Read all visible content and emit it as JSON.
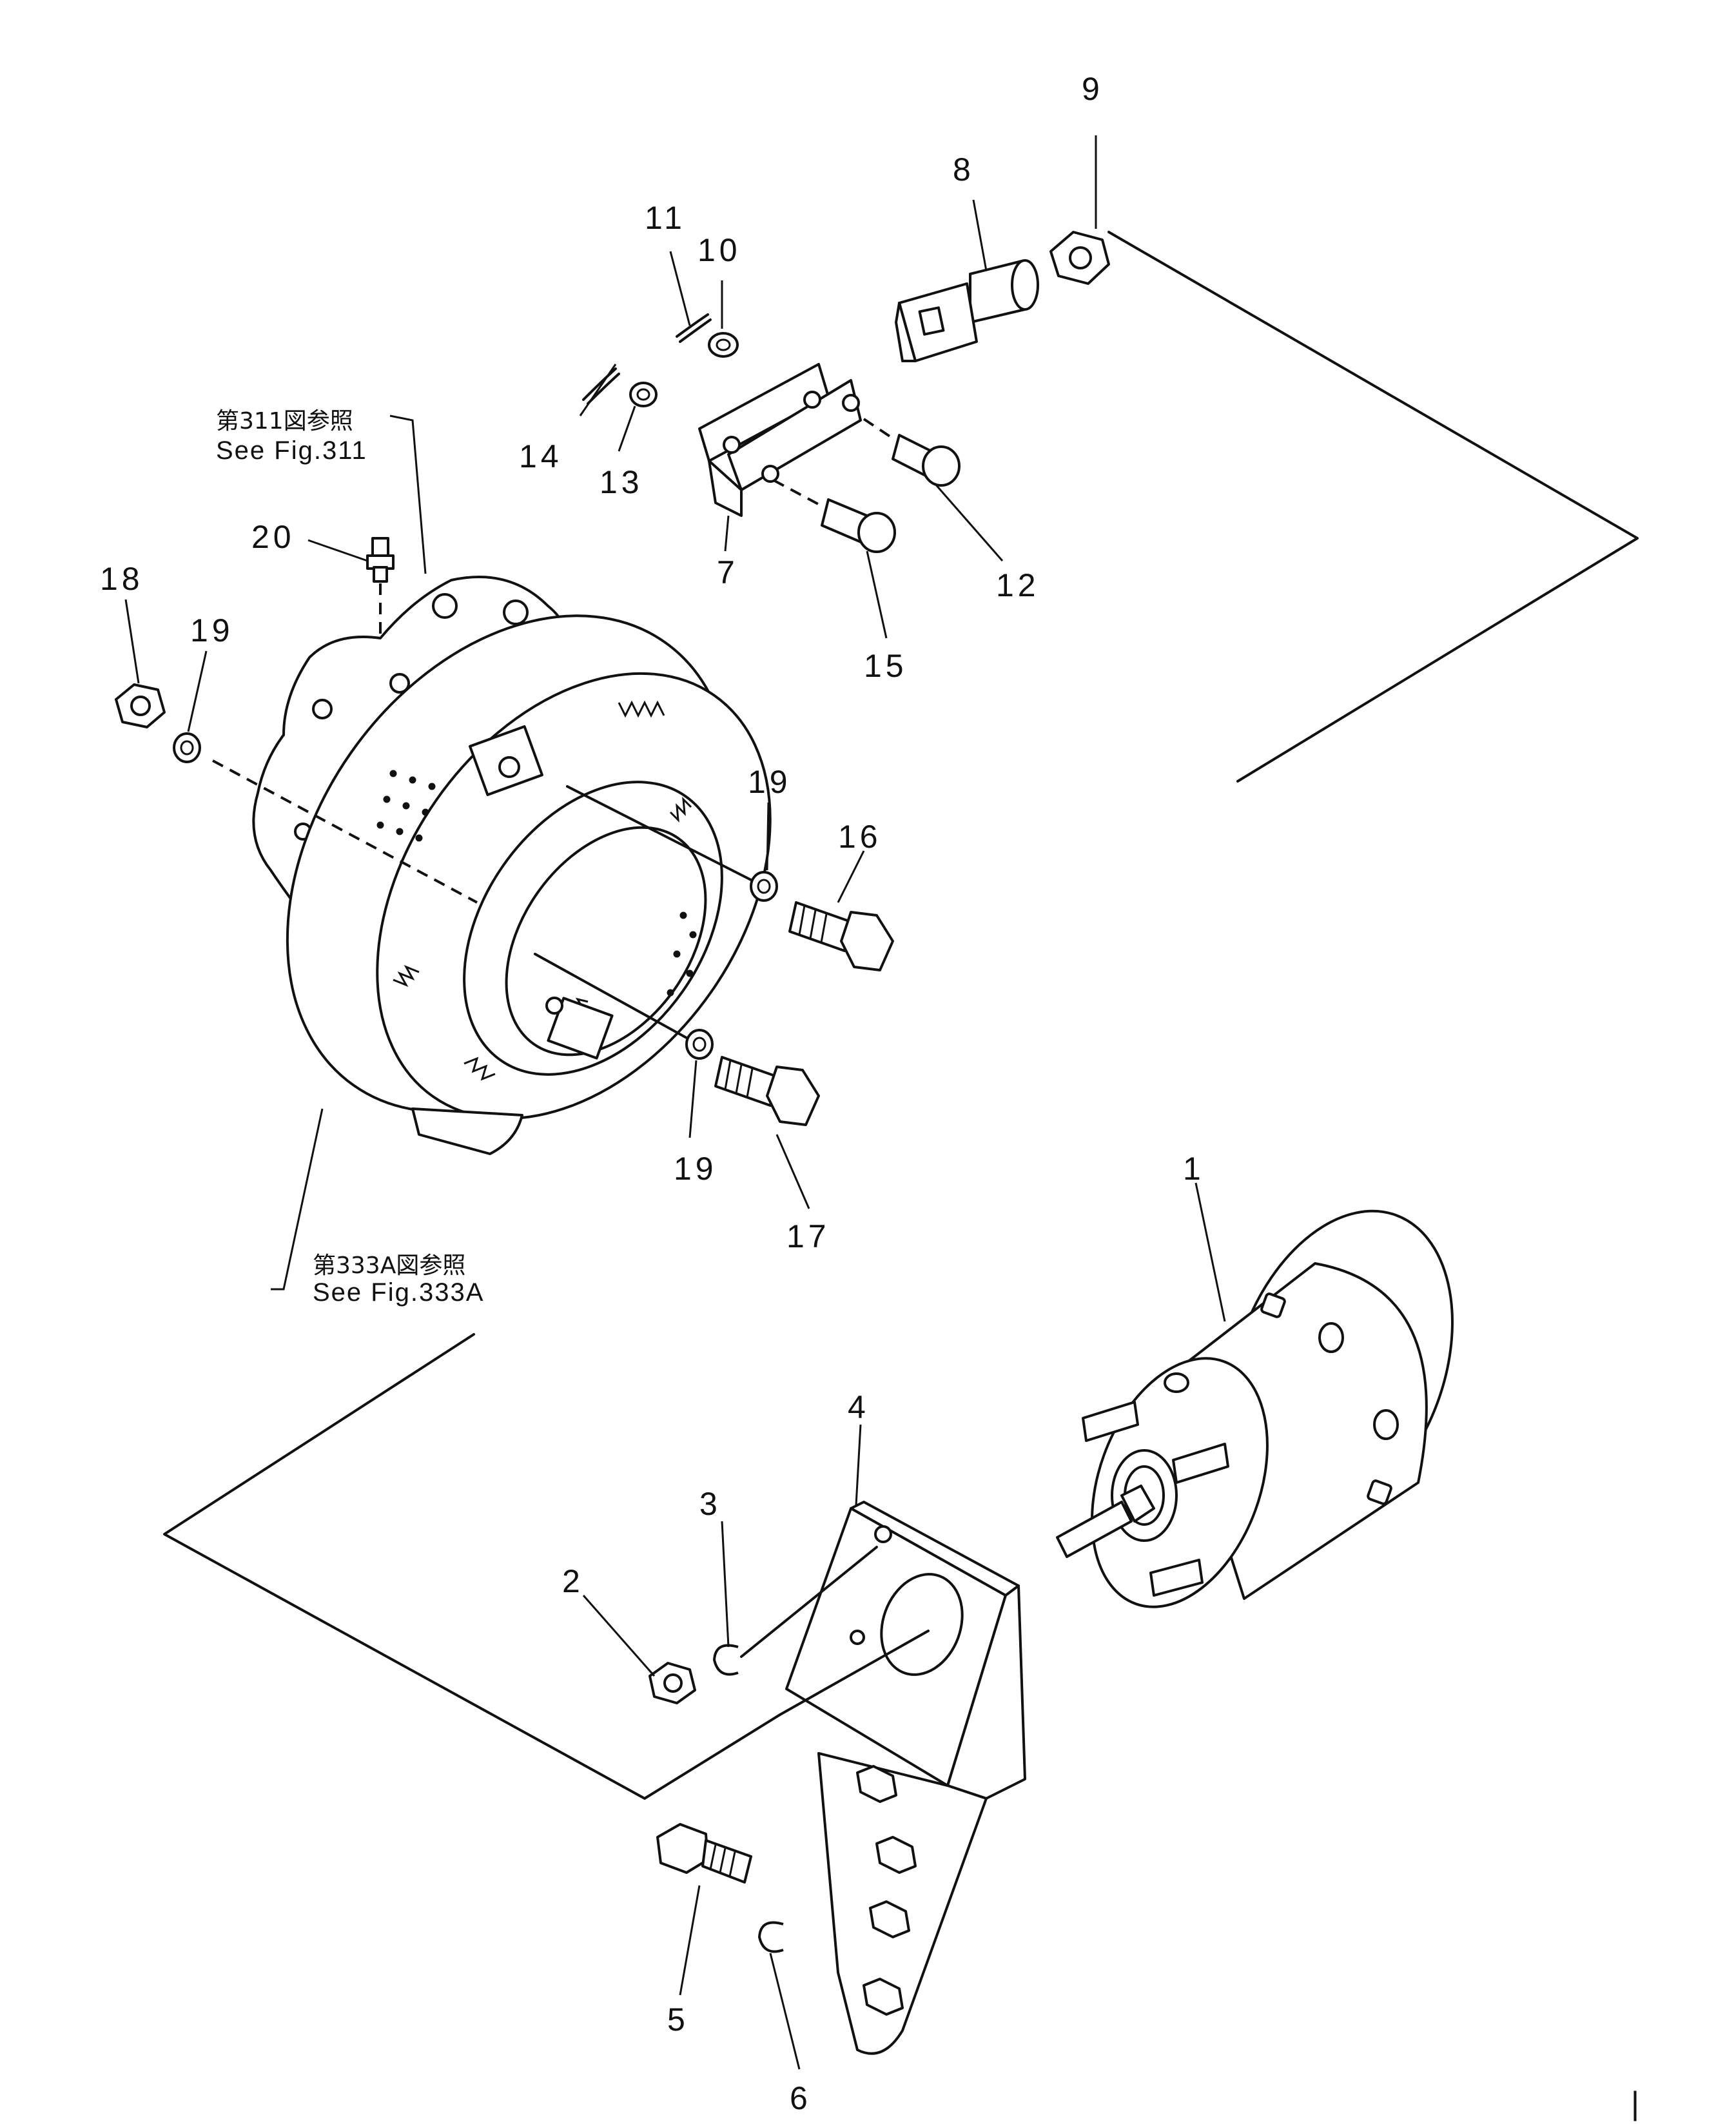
{
  "callouts": {
    "p1": "1",
    "p2": "2",
    "p3": "3",
    "p4": "4",
    "p5": "5",
    "p6": "6",
    "p7": "7",
    "p8": "8",
    "p9": "9",
    "p10": "10",
    "p11": "11",
    "p12": "12",
    "p13": "13",
    "p14": "14",
    "p15": "15",
    "p16": "16",
    "p17": "17",
    "p18": "18",
    "p19a": "19",
    "p19b": "19",
    "p19c": "19",
    "p20": "20"
  },
  "references": {
    "fig311_jp": "第311図参照",
    "fig311_en": "See Fig.311",
    "fig333a_jp": "第333A図参照",
    "fig333a_en": "See Fig.333A"
  },
  "stray_mark": "|"
}
